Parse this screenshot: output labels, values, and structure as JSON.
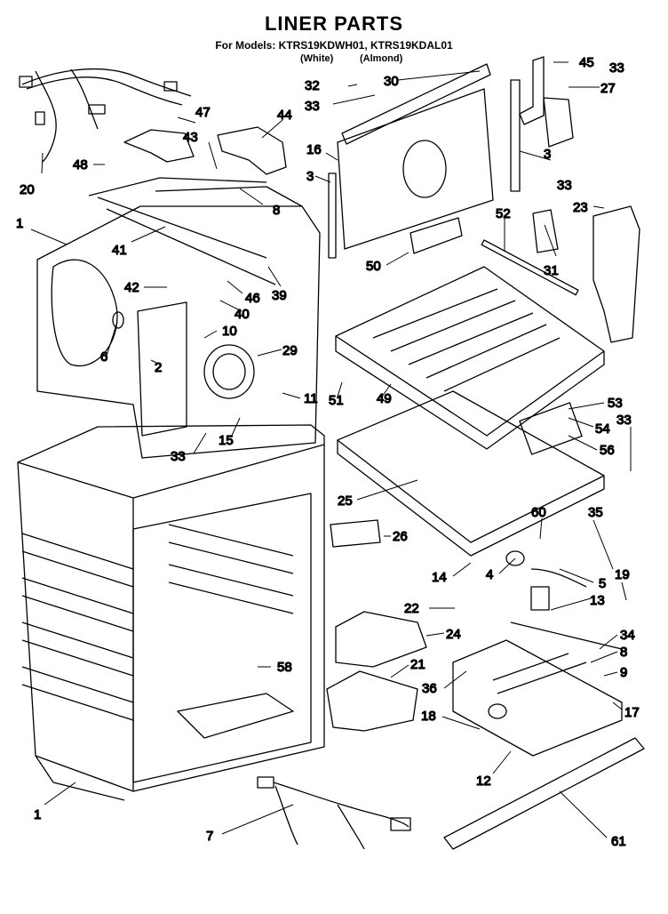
{
  "header": {
    "title": "LINER PARTS",
    "subtitle": "For Models: KTRS19KDWH01, KTRS19KDAL01",
    "variant_white": "(White)",
    "variant_almond": "(Almond)"
  },
  "callouts": [
    {
      "id": "c45",
      "label": "45"
    },
    {
      "id": "c33a",
      "label": "33"
    },
    {
      "id": "c32",
      "label": "32"
    },
    {
      "id": "c30",
      "label": "30"
    },
    {
      "id": "c27",
      "label": "27"
    },
    {
      "id": "c33b",
      "label": "33"
    },
    {
      "id": "c47",
      "label": "47"
    },
    {
      "id": "c44",
      "label": "44"
    },
    {
      "id": "c43",
      "label": "43"
    },
    {
      "id": "c16",
      "label": "16"
    },
    {
      "id": "c3a",
      "label": "3"
    },
    {
      "id": "c3b",
      "label": "3"
    },
    {
      "id": "c33c",
      "label": "33"
    },
    {
      "id": "c48",
      "label": "48"
    },
    {
      "id": "c20",
      "label": "20"
    },
    {
      "id": "c8a",
      "label": "8"
    },
    {
      "id": "c1a",
      "label": "1"
    },
    {
      "id": "c52",
      "label": "52"
    },
    {
      "id": "c23",
      "label": "23"
    },
    {
      "id": "c41",
      "label": "41"
    },
    {
      "id": "c31",
      "label": "31"
    },
    {
      "id": "c50",
      "label": "50"
    },
    {
      "id": "c42",
      "label": "42"
    },
    {
      "id": "c46",
      "label": "46"
    },
    {
      "id": "c39",
      "label": "39"
    },
    {
      "id": "c40",
      "label": "40"
    },
    {
      "id": "c10",
      "label": "10"
    },
    {
      "id": "c6",
      "label": "6"
    },
    {
      "id": "c29",
      "label": "29"
    },
    {
      "id": "c2",
      "label": "2"
    },
    {
      "id": "c11",
      "label": "11"
    },
    {
      "id": "c51",
      "label": "51"
    },
    {
      "id": "c49",
      "label": "49"
    },
    {
      "id": "c53",
      "label": "53"
    },
    {
      "id": "c33d",
      "label": "33"
    },
    {
      "id": "c54",
      "label": "54"
    },
    {
      "id": "c15",
      "label": "15"
    },
    {
      "id": "c33e",
      "label": "33"
    },
    {
      "id": "c56",
      "label": "56"
    },
    {
      "id": "c25",
      "label": "25"
    },
    {
      "id": "c60",
      "label": "60"
    },
    {
      "id": "c35",
      "label": "35"
    },
    {
      "id": "c26",
      "label": "26"
    },
    {
      "id": "c14",
      "label": "14"
    },
    {
      "id": "c4",
      "label": "4"
    },
    {
      "id": "c19",
      "label": "19"
    },
    {
      "id": "c5",
      "label": "5"
    },
    {
      "id": "c13",
      "label": "13"
    },
    {
      "id": "c22",
      "label": "22"
    },
    {
      "id": "c24",
      "label": "24"
    },
    {
      "id": "c34",
      "label": "34"
    },
    {
      "id": "c8b",
      "label": "8"
    },
    {
      "id": "c58",
      "label": "58"
    },
    {
      "id": "c21",
      "label": "21"
    },
    {
      "id": "c9",
      "label": "9"
    },
    {
      "id": "c36",
      "label": "36"
    },
    {
      "id": "c17",
      "label": "17"
    },
    {
      "id": "c18",
      "label": "18"
    },
    {
      "id": "c12",
      "label": "12"
    },
    {
      "id": "c1b",
      "label": "1"
    },
    {
      "id": "c7",
      "label": "7"
    },
    {
      "id": "c61",
      "label": "61"
    }
  ]
}
